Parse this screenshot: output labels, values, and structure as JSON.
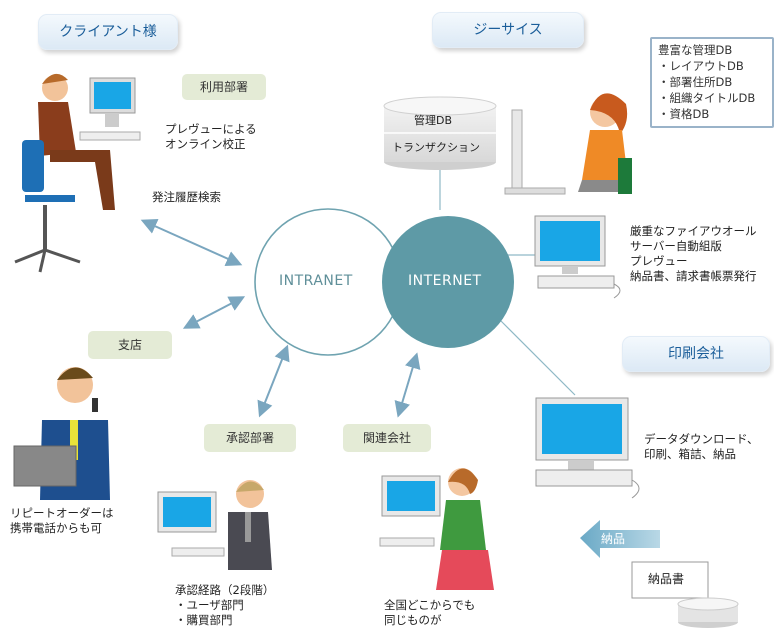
{
  "headers": {
    "client": "クライアント様",
    "gsys": "ジーサイス",
    "printing": "印刷会社"
  },
  "tags": {
    "usage_dept": "利用部署",
    "branch": "支店",
    "approval_dept": "承認部署",
    "related": "関連会社"
  },
  "circles": {
    "intranet": "INTRANET",
    "internet": "INTERNET"
  },
  "database": {
    "top": "管理DB",
    "bottom": "トランザクション"
  },
  "db_list": {
    "title": "豊富な管理DB",
    "items": [
      "・レイアウトDB",
      "・部署住所DB",
      "・組織タイトルDB",
      "・資格DB"
    ]
  },
  "texts": {
    "preview_1": "プレヴューによる",
    "preview_2": "オンライン校正",
    "order_search": "発注履歴検索",
    "repeat_1": "リピートオーダーは",
    "repeat_2": "携帯電話からも可",
    "approval_route_1": "承認経路（2段階）",
    "approval_route_2": "・ユーザ部門",
    "approval_route_3": "・購買部門",
    "anywhere_1": "全国どこからでも",
    "anywhere_2": "同じものが",
    "server_1": "厳重なファイアウオール",
    "server_2": "サーバー自動組版",
    "server_3": "プレヴュー",
    "server_4": "納品書、請求書帳票発行",
    "printing_1": "データダウンロード、",
    "printing_2": "印刷、箱詰、納品",
    "delivery": "納品",
    "delivery_slip": "納品書"
  },
  "colors": {
    "header_text": "#1b5e9a",
    "internet_fill": "#5e9aa6",
    "intranet_stroke": "#6fa3b0",
    "arrow": "#7aa6bf",
    "tag_bg": "#e4ebd6"
  }
}
